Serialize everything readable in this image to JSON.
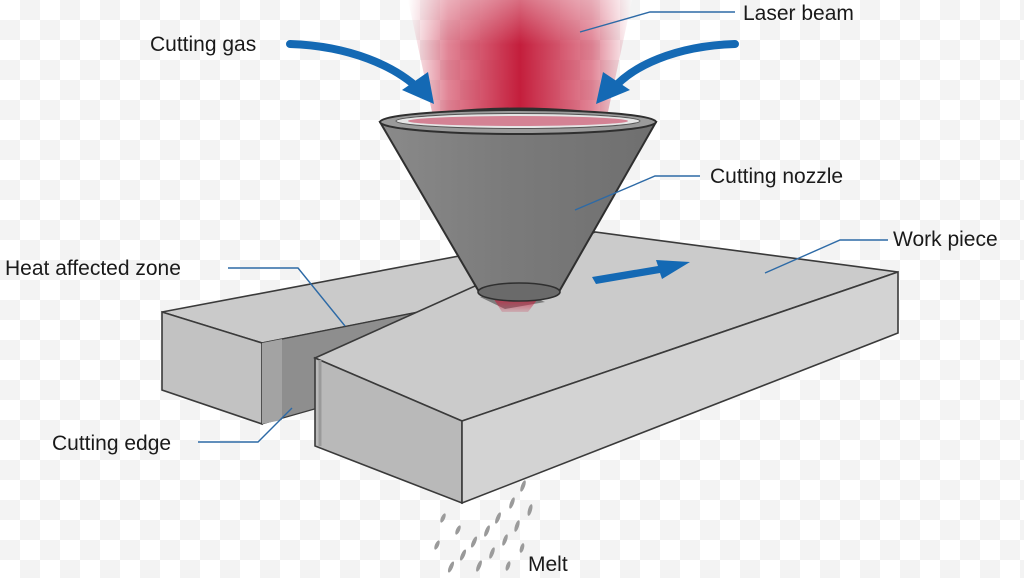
{
  "labels": {
    "laser_beam": "Laser beam",
    "cutting_gas": "Cutting gas",
    "cutting_nozzle": "Cutting nozzle",
    "work_piece": "Work piece",
    "heat_affected_zone": "Heat affected zone",
    "cutting_edge": "Cutting edge",
    "melt": "Melt"
  },
  "colors": {
    "laser": "#c8203f",
    "arrow": "#1469b4",
    "leader": "#2d6aa6",
    "nozzle": "#7a7a7a",
    "workpiece_top": "#c9c9c9",
    "workpiece_front": "#b3b3b3",
    "cut_wall": "#8c8c8c"
  },
  "icons": {
    "gas_arrows": "curved-arrow-icon",
    "motion": "direction-arrow-icon"
  }
}
